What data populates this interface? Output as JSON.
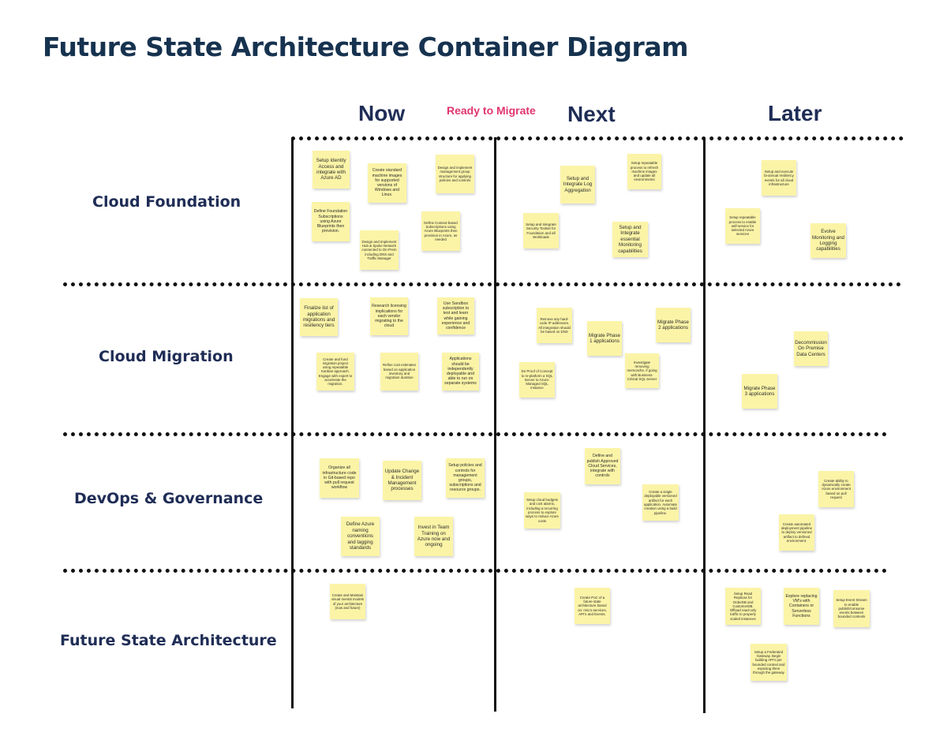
{
  "title": "Future State Architecture Container Diagram",
  "columns": {
    "now": "Now",
    "ready": "Ready to Migrate",
    "next": "Next",
    "later": "Later"
  },
  "rows": {
    "cloud_foundation": "Cloud Foundation",
    "cloud_migration": "Cloud Migration",
    "devops": "DevOps & Governance",
    "future_state": "Future State Architecture"
  },
  "notes": {
    "cf_now_1": "Setup Identity Access and integrate with Azure AD",
    "cf_now_2": "Create standard machine images for supported versions of Windows and Linux.",
    "cf_now_3": "Design and implement management group structure for applying policies and controls",
    "cf_now_4": "Define Foundation Subscriptions using Azure Blueprints then provision.",
    "cf_now_5": "Define Context-based Subscriptions using Azure Blueprints then provision in Azure, as needed",
    "cf_now_6": "Design and Implement Hub & Spoke Network connected to On-Prem including DNS and Traffic Manager",
    "cf_next_1": "Setup and Integrate Log Aggregation",
    "cf_next_2": "Setup repeatable process to refresh machine images and update all environments",
    "cf_next_3": "Setup and Integrate Security Toolset for Foundation and all Workloads",
    "cf_next_4": "Setup and Integrate essential Monitoring capabilities",
    "cf_later_1": "Setup and execute bi-annual resiliency events for all cloud infrastructure",
    "cf_later_2": "Setup repeatable process to enable self-service for selected Azure services",
    "cf_later_3": "Evolve Monitoring and Logging capabilities",
    "cm_now_1": "Finalize list of application migrations and resiliency tiers",
    "cm_now_2": "Research licensing implications for each vendor migrating to the cloud",
    "cm_now_3": "Use Sandbox subscription to test and learn while gaining experience and confidence",
    "cm_now_4": "Create and fund migration project using repeatable Kanban approach. Engage with expert to accelerate the migration.",
    "cm_now_5": "Refine cost estimates based on application inventory and migration duration",
    "cm_now_6": "Applications should be independently deployable and able to run on separate systems",
    "cm_next_1": "Remove any hard-code IP addresses. All integration should be based on DNS",
    "cm_next_2": "Migrate Phase 2 applications",
    "cm_next_3": "Migrate Phase 1 applications",
    "cm_next_4": "Investigate removing memcache, if going with Business-Critical SQL Server",
    "cm_next_5": "Do Proof of Concept to re-platform a SQL Server to Azure-Managed SQL instance",
    "cm_later_1": "Decommission On Premise Data Centers",
    "cm_later_2": "Migrate Phase 3 applications",
    "dg_now_1": "Organize all infrastructure code in Git-based repo with pull request workflow",
    "dg_now_2": "Update Change & Incident Management processes",
    "dg_now_3": "Setup policies and controls for management groups, subscriptions and resource groups.",
    "dg_now_4": "Define Azure naming conventions and tagging standards",
    "dg_now_5": "Invest in Team Training on Azure now and ongoing",
    "dg_next_1": "Define and publish Approved Cloud Services, integrate with controls",
    "dg_next_2": "Setup cloud budgets and cost alarms, including a recurring process to explore ways to reduce Azure costs",
    "dg_next_3": "Create a single deployable versioned artifact for each application. Automate creation using a build pipeline.",
    "dg_later_1": "Create ability to dynamically create Azure environment based on pull request",
    "dg_later_2": "Create automated deployment pipeline to deploy versioned artifact to defined environment.",
    "fs_now_1": "Create and Maintain visual mental models of your architecture (now and future)",
    "fs_next_1": "Create PoC of a future-state architecture based on: micro-services, API's and Events.",
    "fs_later_1": "Setup Read Replicas for OrderDB and CustomerDB. Offload read-only traffic to properly scaled instances",
    "fs_later_2": "Explore replacing VM's with Containers or Serverless Functions",
    "fs_later_3": "Setup Event Stream to enable publish/consume events between bounded contexts",
    "fs_later_4": "Setup a Federated Gateway. Begin building API's per bounded context and exposing them through the gateway"
  }
}
